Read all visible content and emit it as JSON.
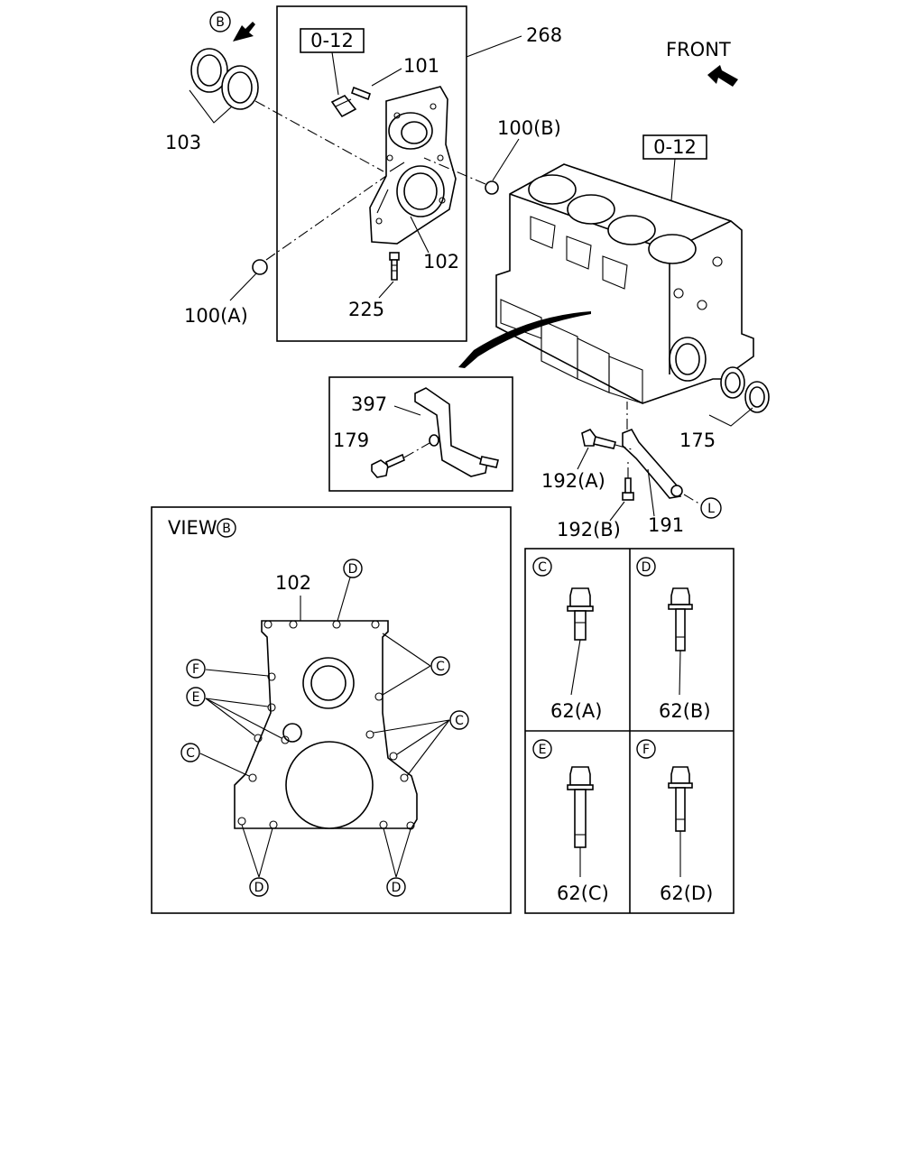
{
  "labels": {
    "front": "FRONT",
    "ref_cover": "0-12",
    "ref_block": "0-12",
    "p268": "268",
    "p101": "101",
    "p103": "103",
    "p100b": "100(B)",
    "p100a": "100(A)",
    "p102_top": "102",
    "p225": "225",
    "p397": "397",
    "p179": "179",
    "p175": "175",
    "p192a": "192(A)",
    "p192b": "192(B)",
    "p191": "191",
    "view_word": "VIEW",
    "p102_view": "102",
    "p62a": "62(A)",
    "p62b": "62(B)",
    "p62c": "62(C)",
    "p62d": "62(D)"
  },
  "markers": {
    "b_top": "B",
    "b_view": "B",
    "l": "L",
    "c": "C",
    "d": "D",
    "e": "E",
    "f": "F"
  }
}
